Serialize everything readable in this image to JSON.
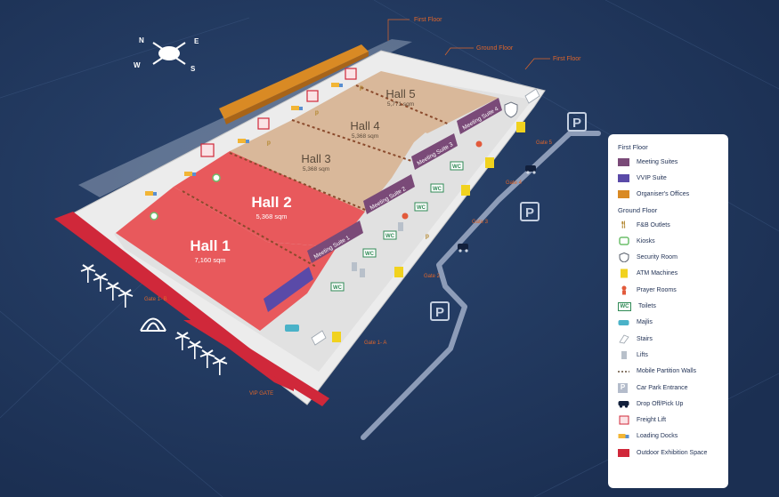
{
  "floor_labels": {
    "first_floor_top": "First Floor",
    "ground_floor": "Ground Floor",
    "first_floor_right": "First Floor"
  },
  "halls": [
    {
      "name": "Hall 1",
      "area": "7,160 sqm"
    },
    {
      "name": "Hall 2",
      "area": "5,368 sqm"
    },
    {
      "name": "Hall 3",
      "area": "5,368 sqm"
    },
    {
      "name": "Hall 4",
      "area": "5,368 sqm"
    },
    {
      "name": "Hall 5",
      "area": "5,771 sqm"
    }
  ],
  "meeting_suites": [
    "Meeting Suite 1",
    "Meeting Suite 2",
    "Meeting Suite 3",
    "Meeting Suite 4"
  ],
  "gates": {
    "gate_1a": "Gate 1- A",
    "gate_1b": "Gate 1- B",
    "gate_2": "Gate 2",
    "gate_3": "Gate 3",
    "gate_4": "Gate 4",
    "gate_5": "Gate 5",
    "vip": "VIP GATE"
  },
  "parking_symbol": "P",
  "wc_label": "WC",
  "compass": {
    "n": "N",
    "e": "E",
    "s": "S",
    "w": "W"
  },
  "legend": {
    "first_floor_title": "First Floor",
    "first_floor_items": [
      {
        "label": "Meeting Suites",
        "color": "#7a4a78"
      },
      {
        "label": "VVIP Suite",
        "color": "#5a4aa8"
      },
      {
        "label": "Organiser's Offices",
        "color": "#d98a24"
      }
    ],
    "ground_floor_title": "Ground Floor",
    "ground_floor_items": [
      {
        "label": "F&B Outlets",
        "icon": "fork-knife-icon"
      },
      {
        "label": "Kiosks",
        "icon": "kiosk-icon"
      },
      {
        "label": "Security Room",
        "icon": "security-shield-icon"
      },
      {
        "label": "ATM Machines",
        "icon": "atm-icon"
      },
      {
        "label": "Prayer Rooms",
        "icon": "prayer-icon"
      },
      {
        "label": "Toilets",
        "icon": "wc-icon"
      },
      {
        "label": "Majlis",
        "icon": "sofa-icon"
      },
      {
        "label": "Stairs",
        "icon": "stairs-icon"
      },
      {
        "label": "Lifts",
        "icon": "lift-icon"
      },
      {
        "label": "Mobile Partition Walls",
        "icon": "dashed-line-icon"
      },
      {
        "label": "Car Park Entrance",
        "icon": "parking-icon"
      },
      {
        "label": "Drop Off/Pick Up",
        "icon": "car-icon"
      },
      {
        "label": "Freight Lift",
        "icon": "freight-lift-icon"
      },
      {
        "label": "Loading Docks",
        "icon": "loading-dock-icon"
      },
      {
        "label": "Outdoor Exhibition Space",
        "color": "#d0283a"
      }
    ]
  },
  "colors": {
    "background": "#1d3358",
    "hall_red": "#e8595c",
    "hall_beige": "#d9b89a",
    "meeting_suite": "#7a4a78",
    "vvip_suite": "#5a4aa8",
    "organiser": "#d98a24",
    "outdoor_red": "#d0283a",
    "label_orange": "#e0662a",
    "road": "#8d9cb8"
  }
}
